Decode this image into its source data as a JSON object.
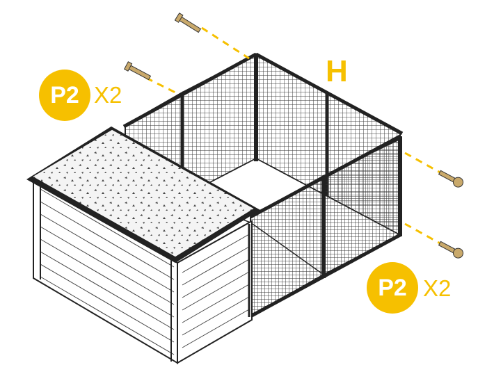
{
  "panel_label": "H",
  "callouts": [
    {
      "part": "P2",
      "quantity": "X2"
    },
    {
      "part": "P2",
      "quantity": "X2"
    }
  ],
  "colors": {
    "accent": "#f6c000",
    "line": "#222222",
    "mesh": "#3a3a3a",
    "roof": "#f2f2f2"
  },
  "icons": [
    "screw-icon"
  ]
}
